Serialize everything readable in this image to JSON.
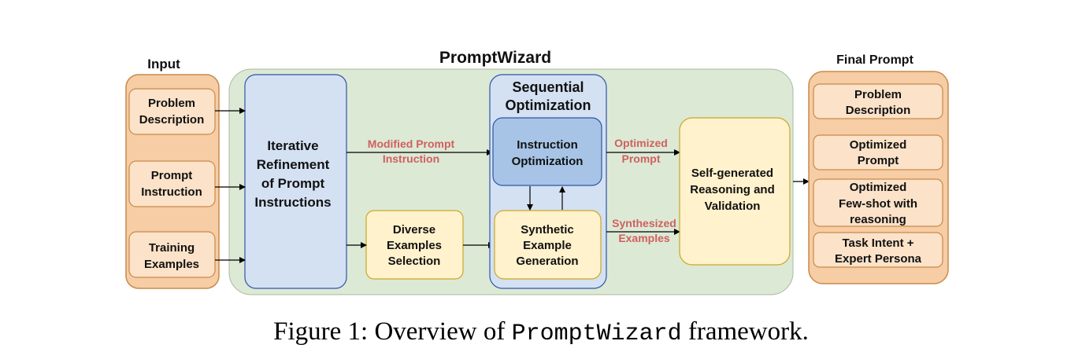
{
  "section_titles": {
    "input": "Input",
    "prompt_wizard": "PromptWizard",
    "final_prompt": "Final Prompt",
    "sequential_optimization": [
      "Sequential",
      "Optimization"
    ]
  },
  "input_items": [
    [
      "Problem",
      "Description"
    ],
    [
      "Prompt",
      "Instruction"
    ],
    [
      "Training",
      "Examples"
    ]
  ],
  "iterative_refinement": [
    "Iterative",
    "Refinement",
    "of Prompt",
    "Instructions"
  ],
  "modified_prompt_label": [
    "Modified Prompt",
    "Instruction"
  ],
  "diverse_examples": [
    "Diverse",
    "Examples",
    "Selection"
  ],
  "instruction_optimization": [
    "Instruction",
    "Optimization"
  ],
  "synthetic_example": [
    "Synthetic",
    "Example",
    "Generation"
  ],
  "optimized_prompt_label": [
    "Optimized",
    "Prompt"
  ],
  "synthesized_examples_label": [
    "Synthesized",
    "Examples"
  ],
  "self_generated": [
    "Self-generated",
    "Reasoning and",
    "Validation"
  ],
  "final_items": [
    [
      "Problem",
      "Description"
    ],
    [
      "Optimized",
      "Prompt"
    ],
    [
      "Optimized",
      "Few-shot with",
      "reasoning"
    ],
    [
      "Task Intent +",
      "Expert Persona"
    ]
  ],
  "caption": {
    "prefix": "Figure 1: Overview of",
    "mono": "PromptWizard",
    "suffix": "framework."
  },
  "colors": {
    "orange_fill": "#f6cda4",
    "orange_stroke": "#c98a4a",
    "green_fill": "#dce9d5",
    "blue_fill": "#d4e1f3",
    "blue_stroke": "#2f55a4",
    "dark_blue_fill": "#a7c4e6",
    "yellow_fill": "#fff2cc",
    "yellow_stroke": "#c9a727",
    "red_label": "#d06060"
  }
}
